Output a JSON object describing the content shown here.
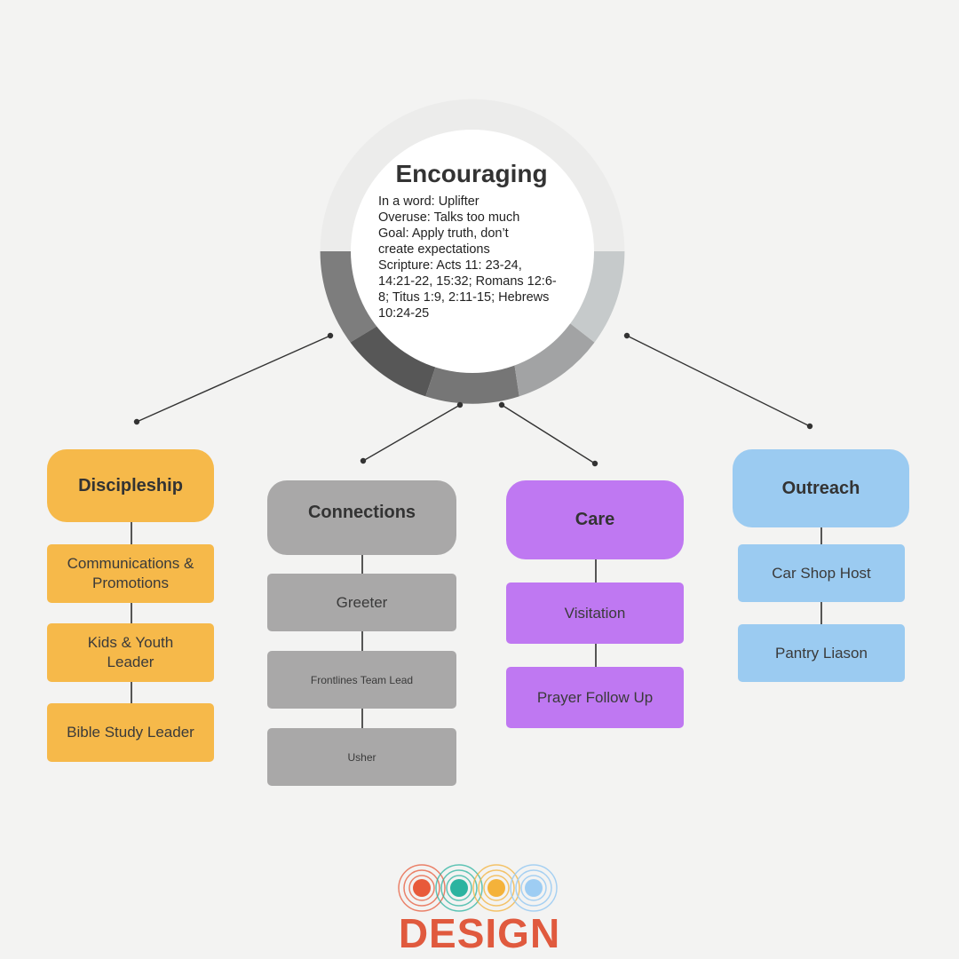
{
  "center": {
    "title": "Encouraging",
    "lines": [
      "In a word: Uplifter",
      "Overuse: Talks too much",
      "Goal: Apply truth, don’t",
      "create expectations",
      "Scripture: Acts 11: 23-24,",
      "14:21-22, 15:32; Romans 12:6-",
      "8; Titus 1:9, 2:11-15; Hebrews",
      "10:24-25"
    ]
  },
  "columns": [
    {
      "title": "Discipleship",
      "color": "#f6b94a",
      "items": [
        "Communications & Promotions",
        "Kids & Youth Leader",
        "Bible Study Leader"
      ]
    },
    {
      "title": "Connections",
      "color": "#a9a8a8",
      "items": [
        "Greeter",
        "Frontlines Team Lead",
        "Usher"
      ]
    },
    {
      "title": "Care",
      "color": "#bf78f2",
      "items": [
        "Visitation",
        "Prayer Follow Up"
      ]
    },
    {
      "title": "Outreach",
      "color": "#9bcbf1",
      "items": [
        "Car Shop Host",
        "Pantry Liason"
      ]
    }
  ],
  "logo": {
    "word": "DESIGN",
    "dot_colors": [
      "#e85a3a",
      "#2bb3a0",
      "#f4b23a",
      "#9ecdf3"
    ]
  }
}
